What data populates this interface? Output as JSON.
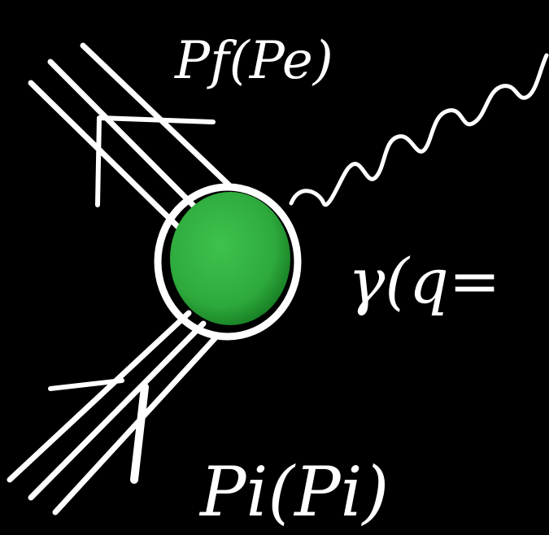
{
  "diagram": {
    "label_outgoing": "Pf(Pe)",
    "label_incoming": "Pi(Pi)",
    "label_photon": "γ(q=",
    "colors": {
      "background": "#000000",
      "ink": "#ffffff",
      "blob_fill": "#2eaa3c",
      "blob_highlight": "#3ec24e",
      "blob_shadow": "#157a22"
    }
  }
}
